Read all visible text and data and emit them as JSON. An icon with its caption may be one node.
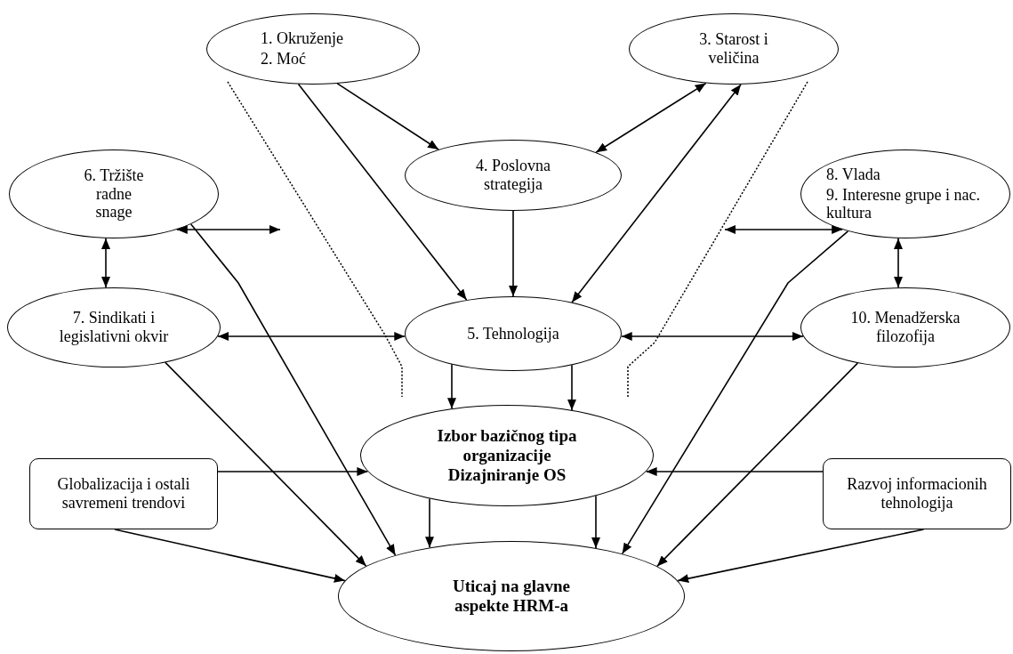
{
  "diagram": {
    "nodes": [
      {
        "text": [
          "1. Okruženje",
          "2. Moć"
        ]
      },
      {
        "text": [
          "3. Starost i veličina"
        ]
      },
      {
        "text": [
          "4. Poslovna strategija"
        ]
      },
      {
        "text": [
          "6. Tržište radne snage"
        ]
      },
      {
        "text": [
          "8. Vlada",
          "9. Interesne grupe i nac. kultura"
        ]
      },
      {
        "text": [
          "7. Sindikati i legislativni okvir"
        ]
      },
      {
        "text": [
          "5. Tehnologija"
        ]
      },
      {
        "text": [
          "10. Menadžerska filozofija"
        ]
      },
      {
        "text": [
          "Izbor bazičnog tipa organizacije Dizajniranje OS"
        ]
      },
      {
        "text": [
          "Globalizacija i ostali savremeni trendovi"
        ]
      },
      {
        "text": [
          "Razvoj informacionih tehnologija"
        ]
      },
      {
        "text": [
          "Uticaj na glavne aspekte HRM-a"
        ]
      }
    ],
    "edges": [
      {
        "from": 0,
        "to": 2,
        "arrow": "to"
      },
      {
        "from": 0,
        "to": 6,
        "arrow": "to"
      },
      {
        "from": 2,
        "to": 1,
        "arrow": "both"
      },
      {
        "from": 2,
        "to": 6,
        "arrow": "to"
      },
      {
        "from": 6,
        "to": 1,
        "arrow": "both"
      },
      {
        "from": 3,
        "to": null,
        "arrow": "both"
      },
      {
        "from": null,
        "to": 4,
        "arrow": "both"
      },
      {
        "from": 3,
        "to": 5,
        "arrow": "both"
      },
      {
        "from": 5,
        "to": 6,
        "arrow": "both"
      },
      {
        "from": 6,
        "to": 7,
        "arrow": "both"
      },
      {
        "from": 4,
        "to": 7,
        "arrow": "both"
      },
      {
        "from": 6,
        "to": 8,
        "arrow": "to"
      },
      {
        "from": 6,
        "to": 8,
        "arrow": "to"
      },
      {
        "from": 3,
        "to": 11,
        "arrow": "to"
      },
      {
        "from": 5,
        "to": 11,
        "arrow": "to"
      },
      {
        "from": 4,
        "to": 11,
        "arrow": "to"
      },
      {
        "from": 7,
        "to": 11,
        "arrow": "to"
      },
      {
        "from": 9,
        "to": 8,
        "arrow": "to"
      },
      {
        "from": 10,
        "to": 8,
        "arrow": "to"
      },
      {
        "from": 8,
        "to": 11,
        "arrow": "to"
      },
      {
        "from": 8,
        "to": 11,
        "arrow": "to"
      },
      {
        "from": 9,
        "to": 11,
        "arrow": "to"
      },
      {
        "from": 10,
        "to": 11,
        "arrow": "to"
      }
    ]
  }
}
